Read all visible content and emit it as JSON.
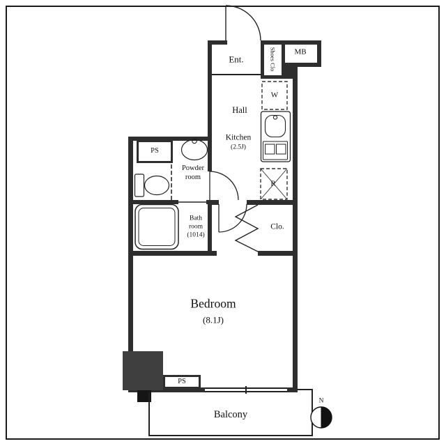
{
  "rooms": {
    "entrance": {
      "label": "Ent."
    },
    "shoes_closet": {
      "label": "Shoes Clo"
    },
    "meter_box": {
      "label": "MB"
    },
    "washer": {
      "label": "W"
    },
    "hall": {
      "label": "Hall"
    },
    "kitchen": {
      "label": "Kitchen",
      "size": "(2.5J)"
    },
    "refrigerator": {
      "label": "R"
    },
    "closet": {
      "label": "Clo."
    },
    "pipe_space_upper": {
      "label": "PS"
    },
    "powder_room": {
      "line1": "Powder",
      "line2": "room"
    },
    "bathroom": {
      "line1": "Bath",
      "line2": "room",
      "line3": "(1014)"
    },
    "bedroom": {
      "label": "Bedroom",
      "size": "(8.1J)"
    },
    "pipe_space_lower": {
      "label": "PS"
    },
    "balcony": {
      "label": "Balcony"
    }
  },
  "compass": {
    "north_label": "N"
  },
  "colors": {
    "wall": "#2e2e2e",
    "line": "#222222",
    "pillar": "#3f3f3f"
  }
}
